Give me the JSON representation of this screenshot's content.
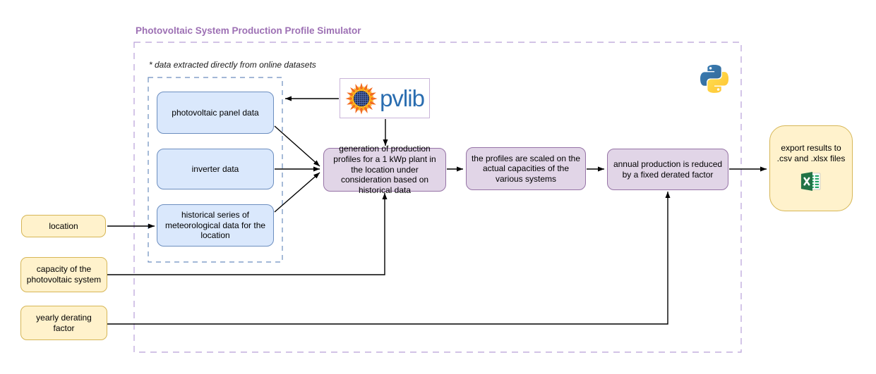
{
  "title": "Photovoltaic System Production Profile Simulator",
  "note": "* data extracted directly from online datasets",
  "data_sources": {
    "panel": {
      "label": "photovoltaic panel data"
    },
    "inverter": {
      "label": "inverter data"
    },
    "meteo": {
      "label": "historical series of meteorological data for the location"
    }
  },
  "process_steps": {
    "generation": {
      "label": "generation of production profiles for a 1 kWp plant in the location under consideration based on historical data"
    },
    "scaling": {
      "label": "the profiles are scaled on the actual capacities of the various systems"
    },
    "derating": {
      "label": "annual production is reduced by a fixed derated factor"
    }
  },
  "user_inputs": {
    "location": {
      "label": "location"
    },
    "capacity": {
      "label": "capacity of the photovoltaic system"
    },
    "derating_factor": {
      "label": "yearly derating factor"
    }
  },
  "output": {
    "label": "export results to .csv and .xlsx files"
  },
  "logos": {
    "pvlib_text": "pvlib"
  },
  "colors": {
    "title_text": "#9d70b4",
    "outer_boundary": "#b79fd8",
    "datasets_boundary": "#6c8ebf",
    "data_source_fill": "#dae8fc",
    "data_source_stroke": "#6c8ebf",
    "process_fill": "#e1d5e7",
    "process_stroke": "#9673a6",
    "input_output_fill": "#fff2cc",
    "input_output_stroke": "#d6b656",
    "connector": "#000000",
    "pvlib_blue": "#2a6db0",
    "excel_green": "#217346",
    "python_blue": "#3872a2",
    "python_yellow": "#ffd43b"
  }
}
